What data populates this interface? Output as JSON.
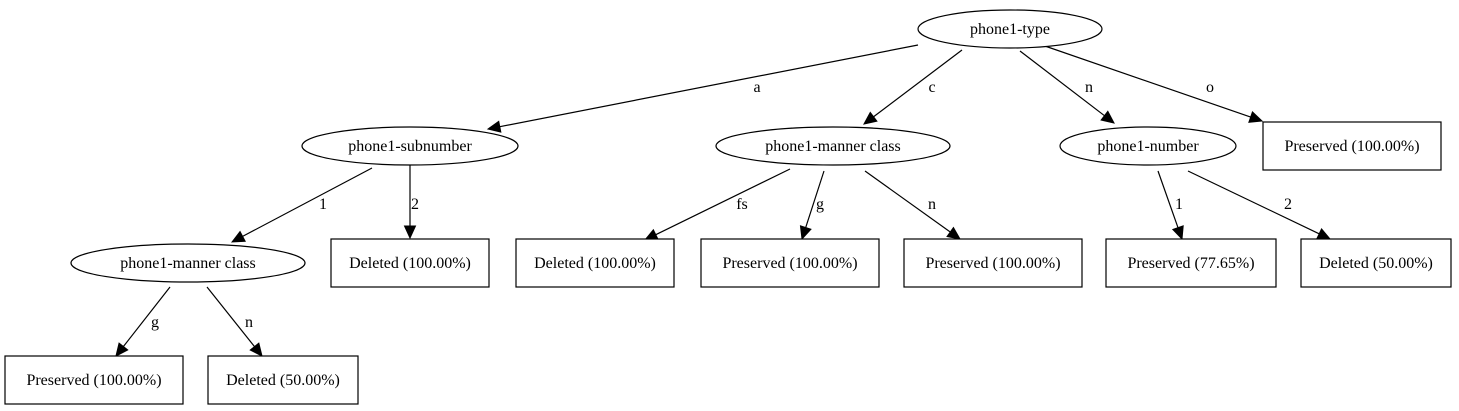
{
  "nodes": [
    {
      "id": "root",
      "shape": "ellipse",
      "label": "phone1-type"
    },
    {
      "id": "sub",
      "shape": "ellipse",
      "label": "phone1-subnumber"
    },
    {
      "id": "mc1",
      "shape": "ellipse",
      "label": "phone1-manner class"
    },
    {
      "id": "num",
      "shape": "ellipse",
      "label": "phone1-number"
    },
    {
      "id": "pres_o",
      "shape": "box",
      "label": "Preserved (100.00%)"
    },
    {
      "id": "mc2",
      "shape": "ellipse",
      "label": "phone1-manner class"
    },
    {
      "id": "del_s2",
      "shape": "box",
      "label": "Deleted (100.00%)"
    },
    {
      "id": "del_fs",
      "shape": "box",
      "label": "Deleted (100.00%)"
    },
    {
      "id": "pres_g",
      "shape": "box",
      "label": "Preserved (100.00%)"
    },
    {
      "id": "pres_n",
      "shape": "box",
      "label": "Preserved (100.00%)"
    },
    {
      "id": "pres_1",
      "shape": "box",
      "label": "Preserved (77.65%)"
    },
    {
      "id": "del_2",
      "shape": "box",
      "label": "Deleted (50.00%)"
    },
    {
      "id": "pres_g2",
      "shape": "box",
      "label": "Preserved (100.00%)"
    },
    {
      "id": "del_n2",
      "shape": "box",
      "label": "Deleted (50.00%)"
    }
  ],
  "edges": [
    {
      "from": "root",
      "to": "sub",
      "label": "a"
    },
    {
      "from": "root",
      "to": "mc1",
      "label": "c"
    },
    {
      "from": "root",
      "to": "num",
      "label": "n"
    },
    {
      "from": "root",
      "to": "pres_o",
      "label": "o"
    },
    {
      "from": "sub",
      "to": "mc2",
      "label": "1"
    },
    {
      "from": "sub",
      "to": "del_s2",
      "label": "2"
    },
    {
      "from": "mc1",
      "to": "del_fs",
      "label": "fs"
    },
    {
      "from": "mc1",
      "to": "pres_g",
      "label": "g"
    },
    {
      "from": "mc1",
      "to": "pres_n",
      "label": "n"
    },
    {
      "from": "num",
      "to": "pres_1",
      "label": "1"
    },
    {
      "from": "num",
      "to": "del_2",
      "label": "2"
    },
    {
      "from": "mc2",
      "to": "pres_g2",
      "label": "g"
    },
    {
      "from": "mc2",
      "to": "del_n2",
      "label": "n"
    }
  ]
}
